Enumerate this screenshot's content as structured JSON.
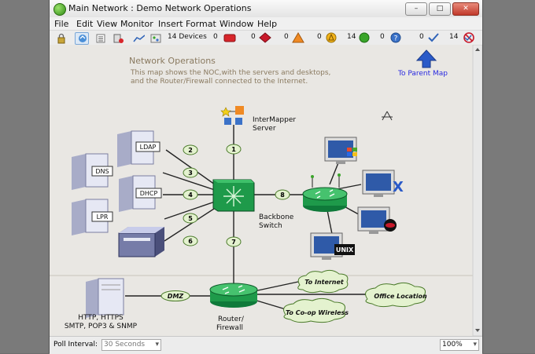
{
  "window": {
    "title": "Main Network : Demo Network Operations",
    "min_glyph": "–",
    "max_glyph": "□",
    "close_glyph": "✕"
  },
  "menu": [
    "File",
    "Edit",
    "View",
    "Monitor",
    "Insert",
    "Format",
    "Window",
    "Help"
  ],
  "toolbar": {
    "device_count": "14 Devices",
    "counters": [
      {
        "id": "down",
        "value": "0",
        "color": "#d8262b"
      },
      {
        "id": "critical",
        "value": "0",
        "color": "#c8192a"
      },
      {
        "id": "alarm",
        "value": "0",
        "color": "#f08a24"
      },
      {
        "id": "warning",
        "value": "0",
        "color": "#f2b31a"
      },
      {
        "id": "ok",
        "value": "14",
        "color": "#3aa52a"
      },
      {
        "id": "unknown",
        "value": "0",
        "color": "#3b72c8"
      },
      {
        "id": "acked",
        "value": "0",
        "color": "#2f63b8"
      },
      {
        "id": "unmonitored",
        "value": "14",
        "color": "#c8192a"
      }
    ]
  },
  "map": {
    "heading": "Network Operations",
    "description_line1": "This map shows the NOC,with the servers and desktops,",
    "description_line2": "and the Router/Firewall connected to the Internet.",
    "parent_link": "To Parent Map",
    "intermapper_line1": "InterMapper",
    "intermapper_line2": "Server",
    "backbone_line1": "Backbone",
    "backbone_line2": "Switch",
    "router_line1": "Router/",
    "router_line2": "Firewall",
    "servers": [
      "LDAP",
      "DNS",
      "DHCP",
      "LPR"
    ],
    "link_numbers": [
      "1",
      "2",
      "3",
      "4",
      "5",
      "6",
      "7",
      "8"
    ],
    "dmz": "DMZ",
    "dmz_server_line1": "HTTP, HTTPS",
    "dmz_server_line2": "SMTP, POP3 & SNMP",
    "unix_label": "UNIX",
    "clouds": [
      "To Internet",
      "Office Location",
      "To Co-op Wireless"
    ],
    "colors": {
      "link_badge": "#e4f2cf",
      "switch": "#1e9a4a",
      "link_text": "#2a2ae0",
      "desc_text": "#8a7a60"
    }
  },
  "status": {
    "poll_label": "Poll Interval:",
    "poll_value": "30 Seconds",
    "zoom": "100%"
  }
}
